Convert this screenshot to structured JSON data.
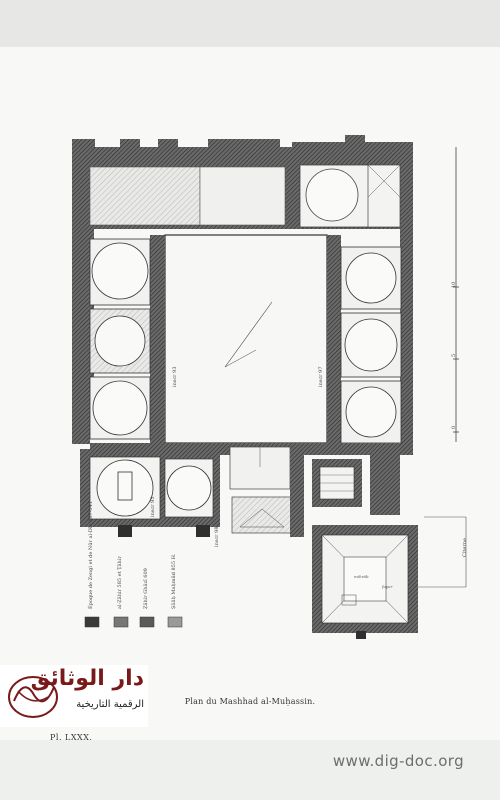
{
  "header": {},
  "plan": {
    "caption": "Plan du Mashhad al-Muḥassin.",
    "plate": "Pl. LXXX.",
    "legend": [
      {
        "label": "Époque de Zengi et de Nūr al-Dīn 537-541",
        "fill": "#3a3a3a"
      },
      {
        "label": "al-Ẓāhir 585 et Ṭāhir",
        "fill": "#777777"
      },
      {
        "label": "Ẓāhir Ghāzī 609",
        "fill": "#5a5a5a"
      },
      {
        "label": "Ṣāliḥ Maḥmūd 855 H.",
        "fill": "#9a9a9a"
      }
    ],
    "labels": {
      "inscr1": "inscr 93",
      "inscr2": "inscr 97",
      "inscr3": "inscr 95",
      "inscr4": "inscr 98",
      "cistern": "Citerne",
      "foyer": "foyer",
      "mihrab": "mihrāb"
    },
    "scale_ticks": [
      "0",
      "5",
      "10"
    ]
  },
  "watermark": {
    "site": "www.dig-doc.org",
    "logo_title": "دار الوثائق",
    "logo_sub": "الرقمية التاريخية"
  },
  "colors": {
    "wall_dark": "#3d3d3d",
    "wall_mid": "#8a8a8a",
    "paper": "#f8f8f6",
    "logo_red": "#7a1919"
  }
}
